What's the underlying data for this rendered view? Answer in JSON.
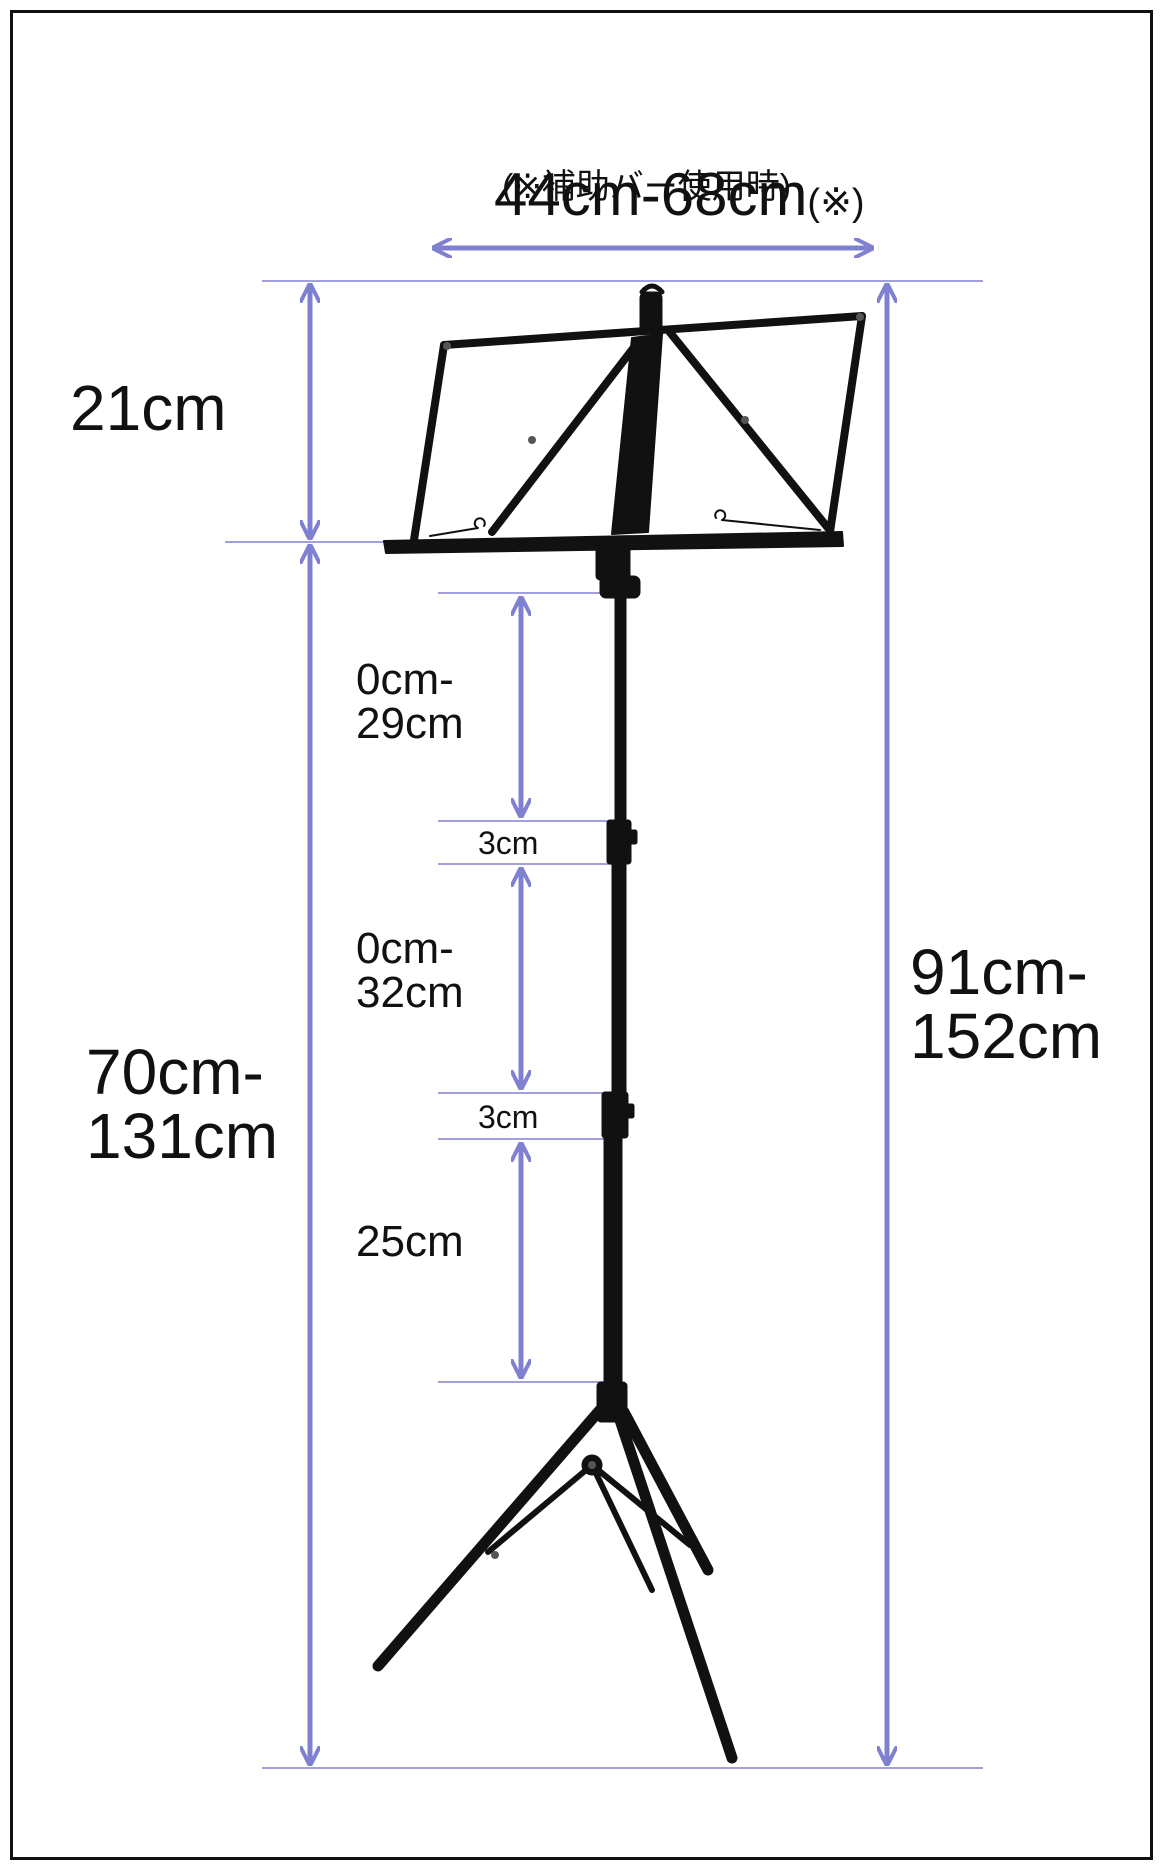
{
  "colors": {
    "dimension": "#8080d0",
    "stand": "#111111",
    "frame": "#111111"
  },
  "labels": {
    "width_main": "44cm-68cm",
    "width_mark": "(※)",
    "width_note": "(※補助バー使用時)",
    "desk_height": "21cm",
    "total_height": "91cm-\n152cm",
    "pole_height": "70cm-\n131cm",
    "section1": "0cm-\n29cm",
    "joint1": "3cm",
    "section2": "0cm-\n32cm",
    "joint2": "3cm",
    "section3": "25cm"
  }
}
